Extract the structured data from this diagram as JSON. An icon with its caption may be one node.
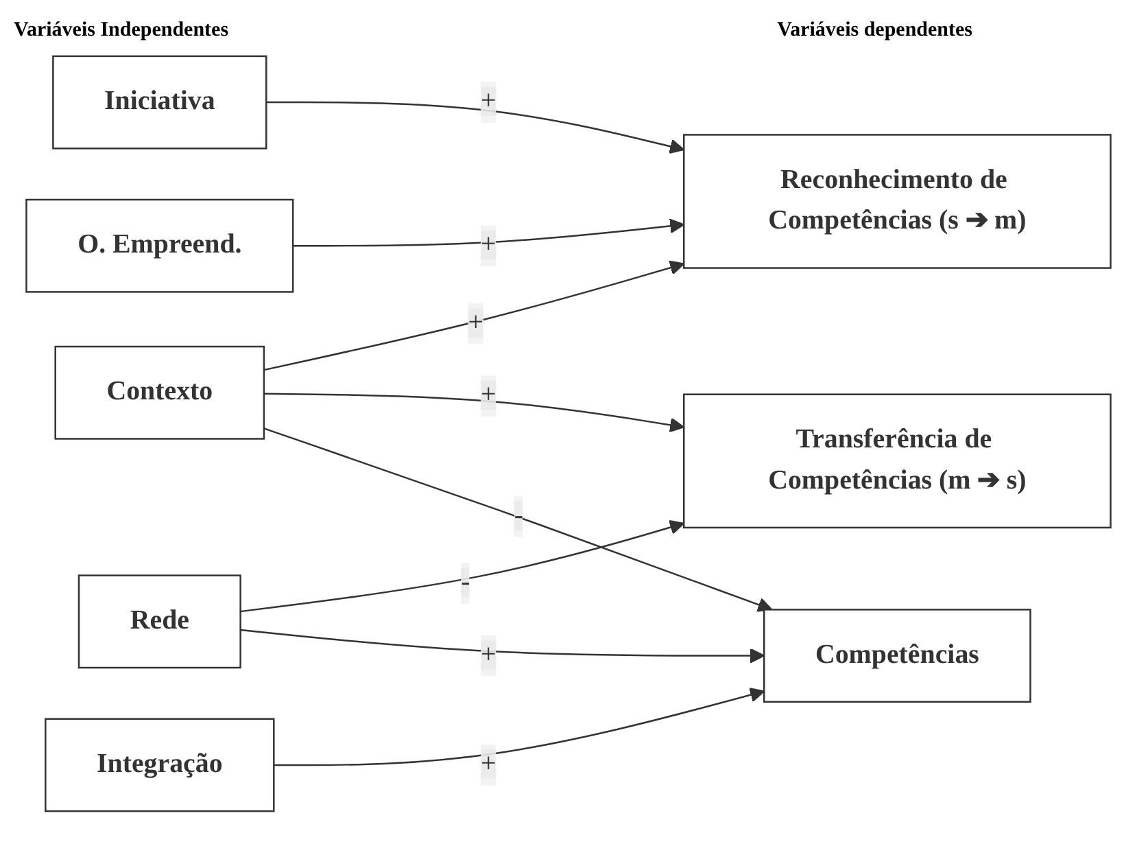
{
  "diagram": {
    "nodes": [
      {
        "text": [
          "Integração"
        ]
      },
      {
        "text": [
          "O. Empreend."
        ]
      },
      {
        "text": [
          "Iniciativa"
        ]
      },
      {
        "text": [
          "Contexto"
        ]
      },
      {
        "text": [
          "Rede"
        ]
      },
      {
        "text": [
          "Competências"
        ]
      },
      {
        "text": [
          "Transferência de Competências (m ➔ s)"
        ]
      },
      {
        "text": [
          "Reconhecimento de Competências (s ➔ m)"
        ]
      }
    ],
    "edges": [
      {
        "from": 0,
        "to": 5,
        "arrow": "to",
        "label": "+"
      },
      {
        "from": 1,
        "to": 7,
        "arrow": "to",
        "label": "+"
      },
      {
        "from": 2,
        "to": 7,
        "arrow": "to",
        "label": "+"
      },
      {
        "from": 3,
        "to": 5,
        "arrow": "to",
        "label": "-"
      },
      {
        "from": 3,
        "to": 6,
        "arrow": "to",
        "label": "+"
      },
      {
        "from": 3,
        "to": 7,
        "arrow": "to",
        "label": "+"
      },
      {
        "from": 4,
        "to": 5,
        "arrow": "to",
        "label": "+"
      },
      {
        "from": 4,
        "to": 6,
        "arrow": "to",
        "label": "-"
      }
    ],
    "labels": [
      "Variáveis Independentes",
      "Variáveis dependentes"
    ]
  }
}
